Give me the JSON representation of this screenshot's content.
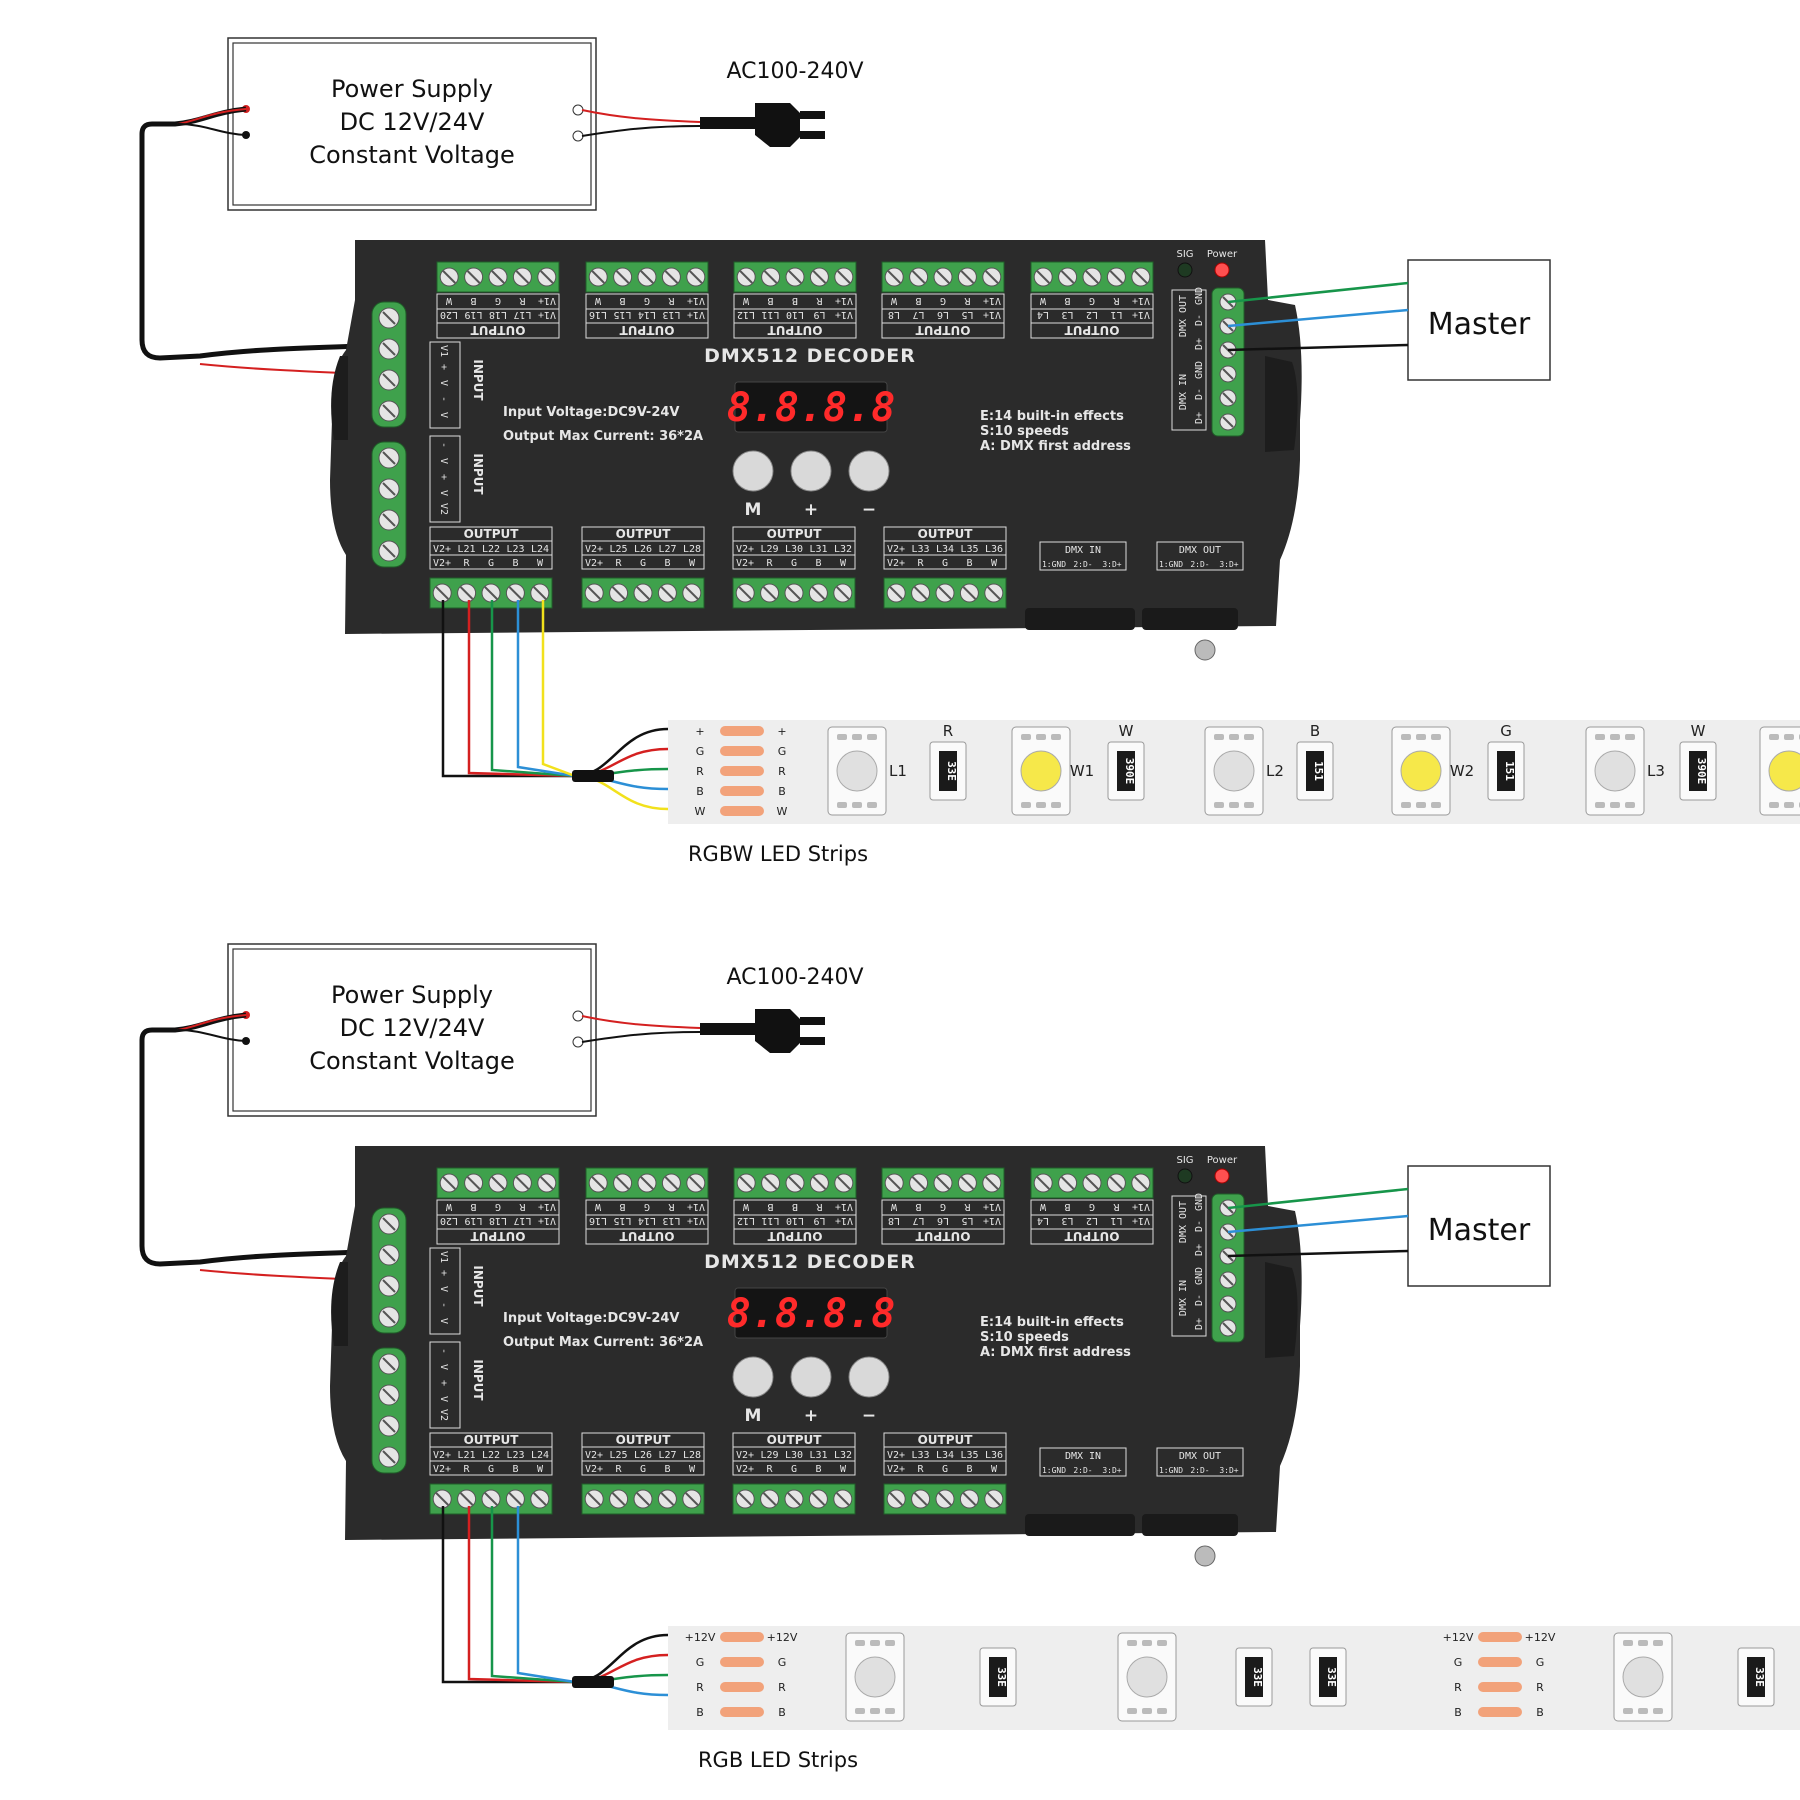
{
  "diagrams": [
    {
      "psu": {
        "line1": "Power Supply",
        "line2": "DC 12V/24V",
        "line3": "Constant Voltage"
      },
      "ac_label": "AC100-240V",
      "master": "Master",
      "decoder": {
        "title": "DMX512 DECODER",
        "input_voltage": "Input Voltage:DC9V-24V",
        "output_current": "Output Max  Current: 36*2A",
        "display": "8.8.8.8",
        "info1": "E:14 built-in effects",
        "info2": "S:10 speeds",
        "info3": "A: DMX first address",
        "buttons": [
          "M",
          "+",
          "−"
        ],
        "sig": "SIG",
        "power": "Power",
        "input_label": "INPUT",
        "input1_pins": [
          "V1",
          "+",
          "V",
          "-",
          "V"
        ],
        "input2_pins": [
          "-",
          "V",
          "+",
          "V",
          "V2"
        ],
        "dmx_out_v": "DMX OUT",
        "dmx_in_v": "DMX IN",
        "dmx_pins_v": [
          "GND",
          "D-",
          "D+"
        ],
        "dmx_in": "DMX IN",
        "dmx_out": "DMX OUT",
        "dmx_pins": [
          "1:GND",
          "2:D-",
          "3:D+"
        ],
        "output_label": "OUTPUT",
        "top_outputs": [
          {
            "nums": [
              "L20",
              "L19",
              "L18",
              "L17",
              "V1+"
            ],
            "cols": [
              "W",
              "B",
              "G",
              "R",
              "V1+"
            ]
          },
          {
            "nums": [
              "L16",
              "L15",
              "L14",
              "L13",
              "V1+"
            ],
            "cols": [
              "W",
              "B",
              "G",
              "R",
              "V1+"
            ]
          },
          {
            "nums": [
              "L12",
              "L11",
              "L10",
              "L9",
              "V1+"
            ],
            "cols": [
              "W",
              "B",
              "B",
              "R",
              "V1+"
            ]
          },
          {
            "nums": [
              "L8",
              "L7",
              "L6",
              "L5",
              "V1+"
            ],
            "cols": [
              "W",
              "B",
              "G",
              "R",
              "V1+"
            ]
          },
          {
            "nums": [
              "L4",
              "L3",
              "L2",
              "L1",
              "V1+"
            ],
            "cols": [
              "W",
              "B",
              "G",
              "R",
              "V1+"
            ]
          }
        ],
        "bottom_outputs": [
          {
            "nums": [
              "V2+",
              "L21",
              "L22",
              "L23",
              "L24"
            ],
            "cols": [
              "V2+",
              "R",
              "G",
              "B",
              "W"
            ]
          },
          {
            "nums": [
              "V2+",
              "L25",
              "L26",
              "L27",
              "L28"
            ],
            "cols": [
              "V2+",
              "R",
              "G",
              "B",
              "W"
            ]
          },
          {
            "nums": [
              "V2+",
              "L29",
              "L30",
              "L31",
              "L32"
            ],
            "cols": [
              "V2+",
              "R",
              "G",
              "B",
              "W"
            ]
          },
          {
            "nums": [
              "V2+",
              "L33",
              "L34",
              "L35",
              "L36"
            ],
            "cols": [
              "V2+",
              "R",
              "G",
              "B",
              "W"
            ]
          }
        ]
      },
      "strip": {
        "caption": "RGBW LED Strips",
        "pads_left": [
          "+",
          "G",
          "R",
          "B",
          "W"
        ],
        "pads_right": [
          "+",
          "G",
          "R",
          "B",
          "W"
        ],
        "leds": [
          {
            "kind": "rgb",
            "label": "L1"
          },
          {
            "kind": "res",
            "label": "R",
            "code": "33E"
          },
          {
            "kind": "white",
            "label": "W1"
          },
          {
            "kind": "res",
            "label": "W",
            "code": "390E"
          },
          {
            "kind": "rgb",
            "label": "L2"
          },
          {
            "kind": "res",
            "label": "B",
            "code": "151"
          },
          {
            "kind": "white",
            "label": "W2"
          },
          {
            "kind": "res",
            "label": "G",
            "code": "151"
          },
          {
            "kind": "rgb",
            "label": "L3"
          },
          {
            "kind": "res",
            "label": "W",
            "code": "390E"
          },
          {
            "kind": "white",
            "label": ""
          }
        ]
      },
      "wire_colors": [
        "#111111",
        "#d42020",
        "#17954a",
        "#2c8fd6",
        "#f2e11c"
      ],
      "colors": {
        "device": "#2b2b2b",
        "terminal": "#3fa14c",
        "pad": "#f2a27a"
      }
    },
    {
      "psu": {
        "line1": "Power Supply",
        "line2": "DC 12V/24V",
        "line3": "Constant Voltage"
      },
      "ac_label": "AC100-240V",
      "master": "Master",
      "decoder": {
        "title": "DMX512 DECODER",
        "input_voltage": "Input Voltage:DC9V-24V",
        "output_current": "Output Max  Current: 36*2A",
        "display": "8.8.8.8",
        "info1": "E:14 built-in effects",
        "info2": "S:10 speeds",
        "info3": "A: DMX first address",
        "buttons": [
          "M",
          "+",
          "−"
        ],
        "sig": "SIG",
        "power": "Power",
        "input_label": "INPUT",
        "input1_pins": [
          "V1",
          "+",
          "V",
          "-",
          "V"
        ],
        "input2_pins": [
          "-",
          "V",
          "+",
          "V",
          "V2"
        ],
        "dmx_out_v": "DMX OUT",
        "dmx_in_v": "DMX IN",
        "dmx_pins_v": [
          "GND",
          "D-",
          "D+"
        ],
        "dmx_in": "DMX IN",
        "dmx_out": "DMX OUT",
        "dmx_pins": [
          "1:GND",
          "2:D-",
          "3:D+"
        ],
        "output_label": "OUTPUT",
        "top_outputs": [
          {
            "nums": [
              "L20",
              "L19",
              "L18",
              "L17",
              "V1+"
            ],
            "cols": [
              "W",
              "B",
              "G",
              "R",
              "V1+"
            ]
          },
          {
            "nums": [
              "L16",
              "L15",
              "L14",
              "L13",
              "V1+"
            ],
            "cols": [
              "W",
              "B",
              "G",
              "R",
              "V1+"
            ]
          },
          {
            "nums": [
              "L12",
              "L11",
              "L10",
              "L9",
              "V1+"
            ],
            "cols": [
              "W",
              "B",
              "B",
              "R",
              "V1+"
            ]
          },
          {
            "nums": [
              "L8",
              "L7",
              "L6",
              "L5",
              "V1+"
            ],
            "cols": [
              "W",
              "B",
              "G",
              "R",
              "V1+"
            ]
          },
          {
            "nums": [
              "L4",
              "L3",
              "L2",
              "L1",
              "V1+"
            ],
            "cols": [
              "W",
              "B",
              "G",
              "R",
              "V1+"
            ]
          }
        ],
        "bottom_outputs": [
          {
            "nums": [
              "V2+",
              "L21",
              "L22",
              "L23",
              "L24"
            ],
            "cols": [
              "V2+",
              "R",
              "G",
              "B",
              "W"
            ]
          },
          {
            "nums": [
              "V2+",
              "L25",
              "L26",
              "L27",
              "L28"
            ],
            "cols": [
              "V2+",
              "R",
              "G",
              "B",
              "W"
            ]
          },
          {
            "nums": [
              "V2+",
              "L29",
              "L30",
              "L31",
              "L32"
            ],
            "cols": [
              "V2+",
              "R",
              "G",
              "B",
              "W"
            ]
          },
          {
            "nums": [
              "V2+",
              "L33",
              "L34",
              "L35",
              "L36"
            ],
            "cols": [
              "V2+",
              "R",
              "G",
              "B",
              "W"
            ]
          }
        ]
      },
      "strip": {
        "caption": "RGB LED Strips",
        "pads_left": [
          "+12V",
          "G",
          "R",
          "B"
        ],
        "pads_right": [
          "+12V",
          "G",
          "R",
          "B"
        ],
        "pads2_left": [
          "+12V",
          "G",
          "R",
          "B"
        ],
        "pads2_right": [
          "+12V",
          "G",
          "R",
          "B"
        ],
        "leds": [
          {
            "kind": "rgb",
            "label": ""
          },
          {
            "kind": "res",
            "label": "",
            "code": "33E"
          },
          {
            "kind": "rgb",
            "label": ""
          },
          {
            "kind": "res",
            "label": "",
            "code": "33E"
          },
          {
            "kind": "res",
            "label": "",
            "code": "33E"
          },
          {
            "kind": "rgb",
            "label": ""
          },
          {
            "kind": "res",
            "label": "",
            "code": "33E"
          }
        ]
      },
      "wire_colors": [
        "#111111",
        "#d42020",
        "#17954a",
        "#2c8fd6"
      ],
      "colors": {
        "device": "#2b2b2b",
        "terminal": "#3fa14c",
        "pad": "#f2a27a"
      }
    }
  ]
}
